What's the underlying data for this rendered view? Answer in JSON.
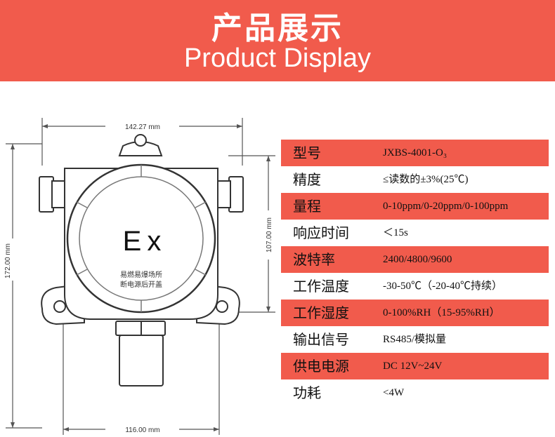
{
  "header": {
    "title_cn": "产品展示",
    "title_en": "Product Display"
  },
  "diagram": {
    "dim_top": "142.27 mm",
    "dim_left": "172.00 mm",
    "dim_right": "107.00 mm",
    "dim_bottom": "116.00 mm",
    "ex_mark": "Ex",
    "warning_line1": "易燃易爆场所",
    "warning_line2": "断电源后开盖"
  },
  "specs": [
    {
      "label": "型号",
      "value": "JXBS-4001-O₃",
      "highlight": true
    },
    {
      "label": "精度",
      "value": "≤读数的±3%(25℃)",
      "highlight": false
    },
    {
      "label": "量程",
      "value": "0-10ppm/0-20ppm/0-100ppm",
      "highlight": true
    },
    {
      "label": "响应时间",
      "value": "＜15s",
      "highlight": false
    },
    {
      "label": "波特率",
      "value": "2400/4800/9600",
      "highlight": true
    },
    {
      "label": "工作温度",
      "value": "-30-50℃（-20-40℃持续）",
      "highlight": false
    },
    {
      "label": "工作湿度",
      "value": "0-100%RH（15-95%RH）",
      "highlight": true
    },
    {
      "label": "输出信号",
      "value": "RS485/模拟量",
      "highlight": false
    },
    {
      "label": "供电电源",
      "value": "DC 12V~24V",
      "highlight": true
    },
    {
      "label": "功耗",
      "value": "<4W",
      "highlight": false
    }
  ],
  "colors": {
    "accent": "#f15b4c",
    "text": "#111111",
    "line": "#555555"
  }
}
